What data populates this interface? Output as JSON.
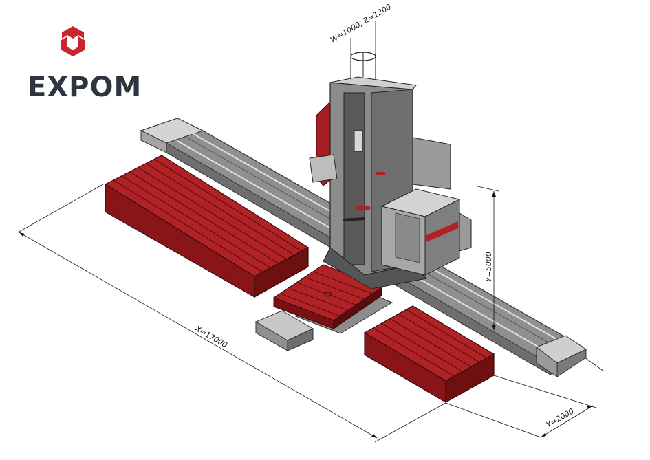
{
  "brand": {
    "name": "EXPOM",
    "text_color": "#2e3440",
    "logo_color": "#c8262c"
  },
  "dimensions": {
    "x_label": "X=17000",
    "y_horizontal_label": "Y=2000",
    "y_vertical_label": "Y=5000",
    "wz_label": "W=1000, Z=1200"
  },
  "colors": {
    "machine_red": "#9b1a1d",
    "machine_red_light": "#c0282b",
    "machine_grey": "#9a9a9a",
    "machine_grey_light": "#cfcfcf",
    "machine_dark": "#3a3a3a"
  }
}
